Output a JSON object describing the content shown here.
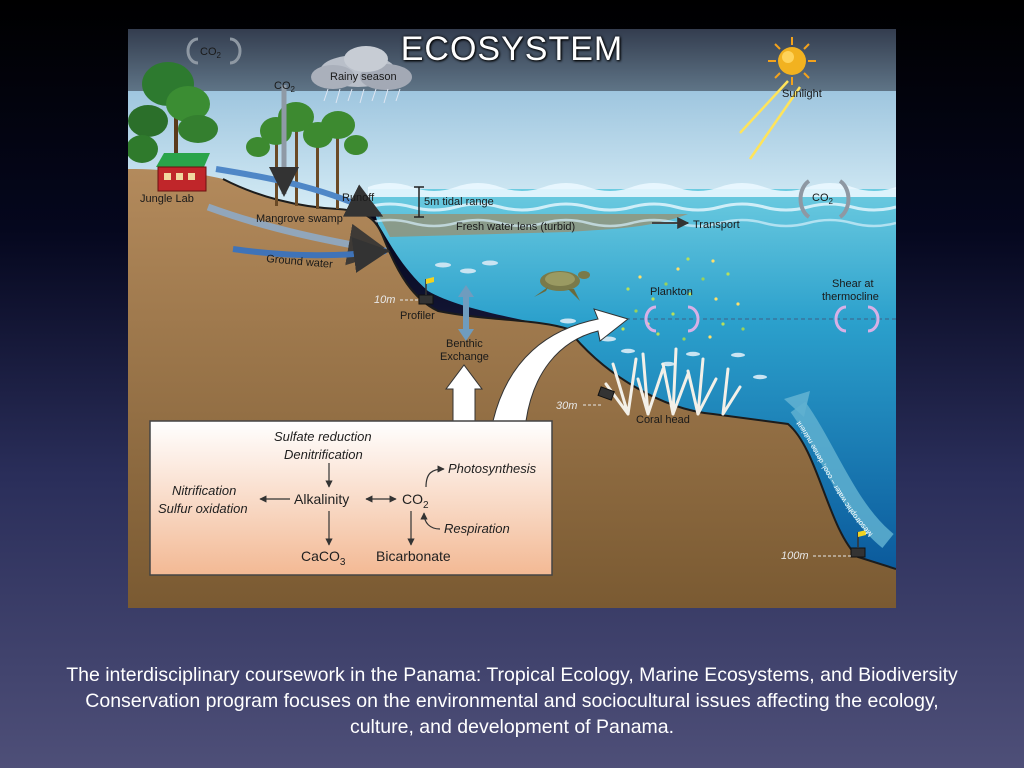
{
  "slide": {
    "title": "ECOSYSTEM",
    "caption": "The interdisciplinary coursework in the Panama: Tropical Ecology, Marine Ecosystems, and Biodiversity Conservation program focuses on the environmental and sociocultural issues affecting the ecology, culture, and development of Panama."
  },
  "diagram": {
    "labels": {
      "co2_top_left": "CO",
      "co2_canopy": "CO",
      "co2_ocean": "CO",
      "co2_sub": "2",
      "rainy_season": "Rainy season",
      "sunlight": "Sunlight",
      "jungle_lab": "Jungle Lab",
      "mangrove_swamp": "Mangrove swamp",
      "runoff": "Runoff",
      "tidal_range": "5m tidal range",
      "fresh_water_lens": "Fresh water lens (turbid)",
      "transport": "Transport",
      "ground_water": "Ground water",
      "depth_10m": "10m",
      "depth_30m": "30m",
      "depth_100m": "100m",
      "profiler": "Profiler",
      "benthic_line1": "Benthic",
      "benthic_line2": "Exchange",
      "plankton": "Plankton",
      "shear_line1": "Shear at",
      "shear_line2": "thermocline",
      "coral_head": "Coral head",
      "upwelling": "Mesotrophic water – cool, dense nutrients"
    },
    "chemistry": {
      "sulfate_reduction": "Sulfate reduction",
      "denitrification": "Denitrification",
      "nitrification": "Nitrification",
      "sulfur_oxidation": "Sulfur oxidation",
      "alkalinity": "Alkalinity",
      "co2": "CO",
      "co2_sub": "2",
      "photosynthesis": "Photosynthesis",
      "respiration": "Respiration",
      "caco3_main": "CaCO",
      "caco3_sub": "3",
      "bicarbonate": "Bicarbonate"
    }
  },
  "colors": {
    "sky": "#bcdcf0",
    "ocean_surface": "#5cc3dc",
    "ocean_deep": "#0d6fb0",
    "land": "#a0794e",
    "seafloor": "#7a5a34",
    "box_fill": "#f6c7a6",
    "lab_house": "#c0262a"
  }
}
